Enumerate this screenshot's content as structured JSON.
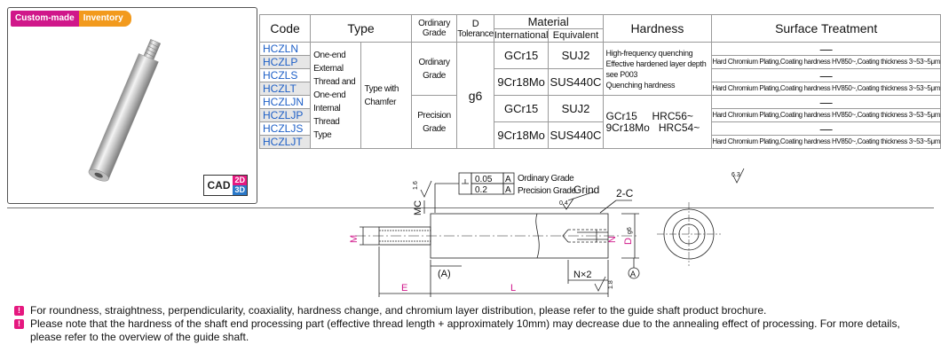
{
  "badges": {
    "custom": "Custom-made",
    "inventory": "Inventory"
  },
  "cad": {
    "label": "CAD",
    "d2": "2D",
    "d3": "3D"
  },
  "table": {
    "headers": {
      "code": "Code",
      "type": "Type",
      "ordinary_grade": "Ordinary Grade",
      "d_line1": "D",
      "d_line2": "Tolerance",
      "material": "Material",
      "international": "International",
      "equivalent": "Equivalent",
      "hardness": "Hardness",
      "surface": "Surface Treatment"
    },
    "codes": [
      "HCZLN",
      "HCZLP",
      "HCZLS",
      "HCZLT",
      "HCZLJN",
      "HCZLJP",
      "HCZLJS",
      "HCZLJT"
    ],
    "type_main": "One-end External Thread and One-end Internal Thread Type",
    "type_sub": "Type with Chamfer",
    "grade_ordinary": "Ordinary Grade",
    "grade_precision": "Precision Grade",
    "tolerance": "g6",
    "materials": [
      {
        "intl": "GCr15",
        "equiv": "SUJ2"
      },
      {
        "intl": "9Cr18Mo",
        "equiv": "SUS440C"
      },
      {
        "intl": "GCr15",
        "equiv": "SUJ2"
      },
      {
        "intl": "9Cr18Mo",
        "equiv": "SUS440C"
      }
    ],
    "hardness_text": [
      "High-frequency quenching",
      "Effective hardened layer depth see P003",
      "Quenching hardness"
    ],
    "hardness_values": [
      {
        "mat": "GCr15",
        "val": "HRC56~"
      },
      {
        "mat": "9Cr18Mo",
        "val": "HRC54~"
      }
    ],
    "surface_dash": "—",
    "surface_text": "Hard Chromium Plating,Coating hardness HV850~,Coating thickness 3~53~5μm"
  },
  "drawing": {
    "tol_1": "0.05",
    "tol_2": "0.2",
    "datum": "A",
    "ordinary_grade": "Ordinary Grade",
    "precision_grade": "Precision Grade",
    "grind": "Grind",
    "chamfer": "2-C",
    "mc": "MC",
    "m": "M",
    "n": "N",
    "d": "D",
    "g6": "g6",
    "e": "E",
    "l": "L",
    "nx2": "N×2",
    "a_paren": "(A)",
    "a_circle": "A",
    "r16": "1.6",
    "r04": "0.4",
    "r18": "1.8",
    "r63": "6.3"
  },
  "notes": [
    "For roundness, straightness, perpendicularity, coaxiality, hardness change, and chromium layer distribution, please refer to the guide shaft product brochure.",
    "Please note that the hardness of the shaft end processing part (effective thread length + approximately 10mm) may decrease due to the annealing effect of processing. For more details, please refer to the overview of the guide shaft."
  ],
  "note_icon": "!"
}
